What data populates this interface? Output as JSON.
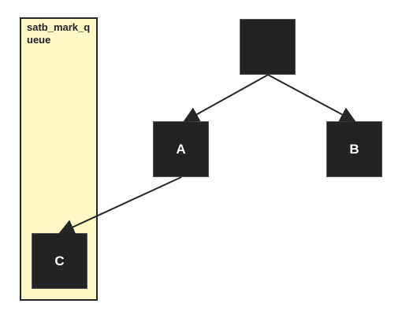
{
  "queue": {
    "label": "satb_mark_queue",
    "fill": "#fff9c7",
    "border": "#262626"
  },
  "nodes": {
    "root": "",
    "a": "A",
    "b": "B",
    "c": "C",
    "fill": "#232323"
  },
  "edges": [
    {
      "from": "root",
      "to": "a"
    },
    {
      "from": "root",
      "to": "b"
    },
    {
      "from": "a",
      "to": "c"
    }
  ]
}
